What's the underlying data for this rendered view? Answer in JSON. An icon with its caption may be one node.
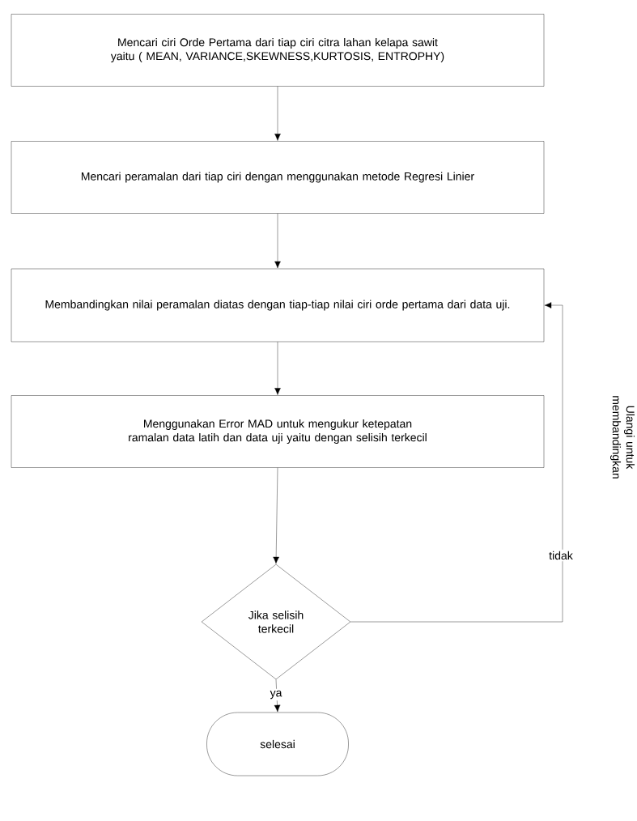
{
  "diagram": {
    "nodes": [
      {
        "text": [
          "Mencari ciri Orde Pertama dari tiap ciri citra lahan kelapa sawit yaitu ( MEAN, VARIANCE,SKEWNESS,KURTOSIS, ENTROPHY)"
        ]
      },
      {
        "text": [
          "Mencari peramalan dari tiap ciri dengan menggunakan metode Regresi Linier"
        ]
      },
      {
        "text": [
          "Membandingkan nilai peramalan diatas dengan tiap-tiap nilai ciri orde pertama dari data uji."
        ]
      },
      {
        "text": [
          "Menggunakan Error MAD untuk mengukur ketepatan ramalan data latih dan data uji yaitu dengan selisih terkecil"
        ]
      },
      {
        "text": [
          "Jika selisih terkecil"
        ]
      },
      {
        "text": [
          "selesai"
        ]
      }
    ],
    "edges": [
      {
        "from": 0,
        "to": 1,
        "arrow": "to"
      },
      {
        "from": 1,
        "to": 2,
        "arrow": "to"
      },
      {
        "from": 2,
        "to": 3,
        "arrow": "to"
      },
      {
        "from": 3,
        "to": 4,
        "arrow": "to"
      },
      {
        "from": 4,
        "to": 2,
        "arrow": "to",
        "label": "tidak"
      },
      {
        "from": 4,
        "to": 5,
        "arrow": "to",
        "label": "ya"
      }
    ],
    "labels": [
      "Ulangi untuk membandingkan"
    ]
  }
}
